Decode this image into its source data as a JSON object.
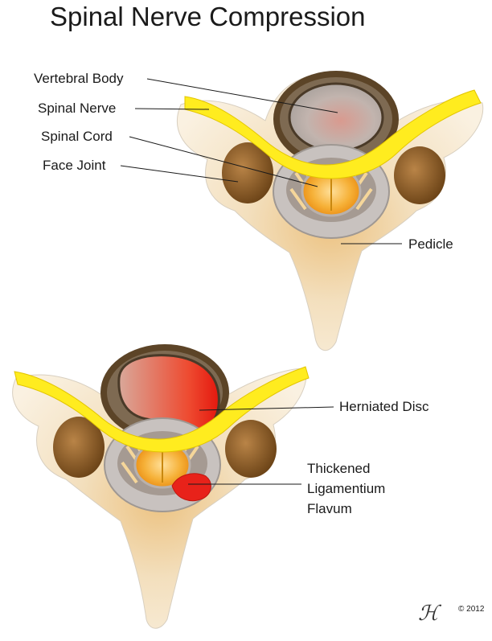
{
  "title": "Spinal Nerve Compression",
  "labels": {
    "vertebral_body": "Vertebral Body",
    "spinal_nerve": "Spinal Nerve",
    "spinal_cord": "Spinal Cord",
    "face_joint": "Face Joint",
    "pedicle": "Pedicle",
    "herniated_disc": "Herniated Disc",
    "thickened_line1": "Thickened",
    "thickened_line2": "Ligamentium",
    "thickened_line3": "Flavum"
  },
  "copyright": "© 2012",
  "signature": "ℋ",
  "colors": {
    "bone": "#f3e2c4",
    "bone_center": "#e8b25a",
    "cortex": "#5a4226",
    "disc_gray": "#b3aca8",
    "nerve": "#ffee22",
    "cord": "#f6a928",
    "herniation": "#e8221a",
    "joint": "#8c5a22"
  }
}
